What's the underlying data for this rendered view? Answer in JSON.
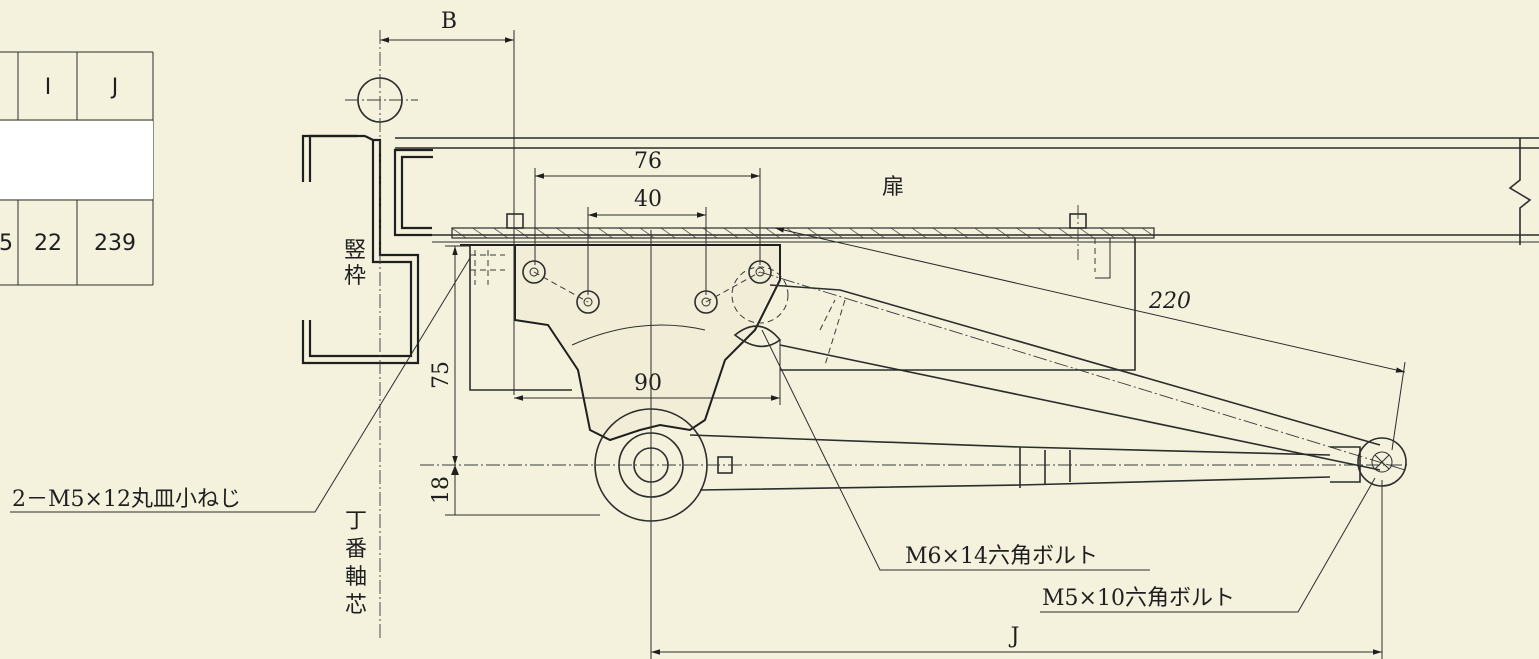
{
  "table": {
    "headers": [
      "I",
      "J"
    ],
    "values": [
      "22",
      "239"
    ],
    "partial_value": "5"
  },
  "dimensions": {
    "B": "B",
    "d76": "76",
    "d40": "40",
    "d90": "90",
    "d75": "75",
    "d18": "18",
    "d220": "220",
    "J": "J"
  },
  "labels": {
    "door": "扉",
    "frame": [
      "竪",
      "枠"
    ],
    "hinge_axis": [
      "丁",
      "番",
      "軸",
      "芯"
    ],
    "screw": "2－M5×12丸皿小ねじ",
    "bolt_m6": "M6×14六角ボルト",
    "bolt_m5": "M5×10六角ボルト"
  }
}
